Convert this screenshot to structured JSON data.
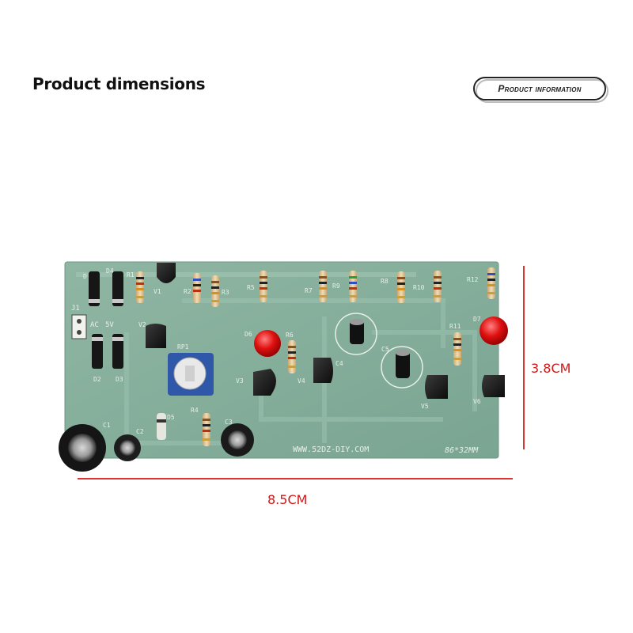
{
  "header": {
    "title": "Product dimensions",
    "badge": "Product information"
  },
  "dimensions": {
    "width_label": "8.5CM",
    "height_label": "3.8CM"
  },
  "board": {
    "website": "WWW.52DZ-DIY.COM",
    "size_mark": "86*32MM",
    "silkscreen": {
      "j1": "J1",
      "ac": "AC",
      "v5": "5V",
      "d1": "D",
      "d4": "D4",
      "r1": "R1",
      "v1": "V1",
      "r2": "R2",
      "r3": "R3",
      "r5": "R5",
      "r7": "R7",
      "r9": "R9",
      "r8": "R8",
      "r10": "R10",
      "r12": "R12",
      "v2": "V2",
      "rp1": "RP1",
      "d6": "D6",
      "r6": "R6",
      "c4": "C4",
      "c5": "C5",
      "r11": "R11",
      "d7": "D7",
      "d2": "D2",
      "d3": "D3",
      "v3": "V3",
      "v4": "V4",
      "v5t": "V5",
      "v6": "V6",
      "c1": "C1",
      "c2": "C2",
      "d5": "D5",
      "r4": "R4",
      "c3": "C3"
    }
  }
}
